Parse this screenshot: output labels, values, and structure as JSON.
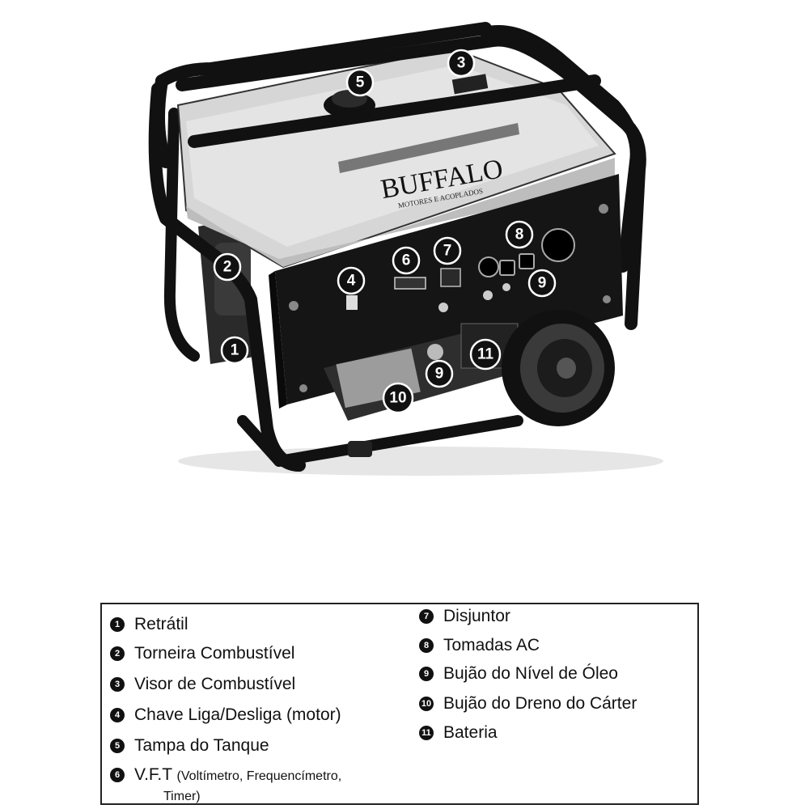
{
  "figure": {
    "brand": "BUFFALO",
    "brand_sub": "MOTORES E ACOPLADOS",
    "callouts": [
      "1",
      "2",
      "3",
      "4",
      "5",
      "6",
      "7",
      "8",
      "9",
      "9",
      "10",
      "11"
    ]
  },
  "legend": {
    "items": [
      {
        "n": "1",
        "label": "Retrátil"
      },
      {
        "n": "2",
        "label": "Torneira Combustível"
      },
      {
        "n": "3",
        "label": "Visor de Combustível"
      },
      {
        "n": "4",
        "label": "Chave Liga/Desliga (motor)"
      },
      {
        "n": "5",
        "label": "Tampa do Tanque"
      },
      {
        "n": "6",
        "label": "V.F.T",
        "sub": "(Voltímetro, Frequencímetro,",
        "sub2": "Timer)"
      },
      {
        "n": "7",
        "label": "Disjuntor"
      },
      {
        "n": "8",
        "label": "Tomadas AC"
      },
      {
        "n": "9",
        "label": "Bujão do Nível de Óleo"
      },
      {
        "n": "10",
        "label": "Bujão do Dreno do Cárter"
      },
      {
        "n": "11",
        "label": "Bateria"
      }
    ]
  }
}
